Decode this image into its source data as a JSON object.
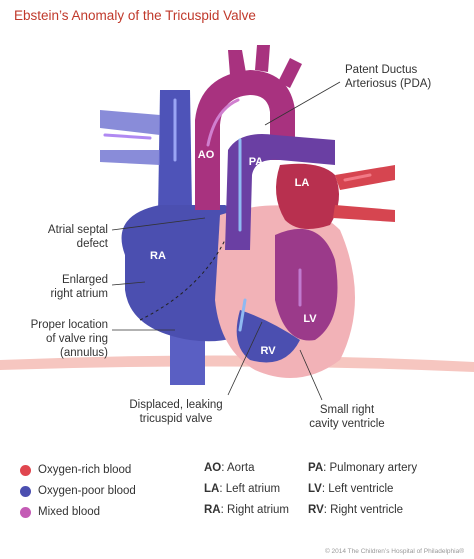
{
  "title": "Ebstein’s Anomaly of the Tricuspid Valve",
  "chambers": {
    "ao": "AO",
    "pa": "PA",
    "la": "LA",
    "ra": "RA",
    "lv": "LV",
    "rv": "RV"
  },
  "callouts": {
    "pda_line1": "Patent Ductus",
    "pda_line2": "Arteriosus (PDA)",
    "asd_line1": "Atrial septal",
    "asd_line2": "defect",
    "enlarged_line1": "Enlarged",
    "enlarged_line2": "right atrium",
    "annulus_line1": "Proper location",
    "annulus_line2": "of valve ring",
    "annulus_line3": "(annulus)",
    "tricuspid_line1": "Displaced, leaking",
    "tricuspid_line2": "tricuspid valve",
    "small_rv_line1": "Small right",
    "small_rv_line2": "cavity ventricle"
  },
  "legend": {
    "oxygen_rich": "Oxygen-rich blood",
    "oxygen_poor": "Oxygen-poor blood",
    "mixed": "Mixed blood",
    "colors": {
      "oxygen_rich": "#e0464f",
      "oxygen_poor": "#4b4fb0",
      "mixed": "#c45bb5"
    }
  },
  "abbreviations": {
    "ao_key": "AO",
    "ao_val": ": Aorta",
    "la_key": "LA",
    "la_val": ": Left atrium",
    "ra_key": "RA",
    "ra_val": ": Right atrium",
    "pa_key": "PA",
    "pa_val": ": Pulmonary artery",
    "lv_key": "LV",
    "lv_val": ": Left ventricle",
    "rv_key": "RV",
    "rv_val": ": Right ventricle"
  },
  "copyright": "© 2014 The Children’s Hospital of Philadelphia®"
}
